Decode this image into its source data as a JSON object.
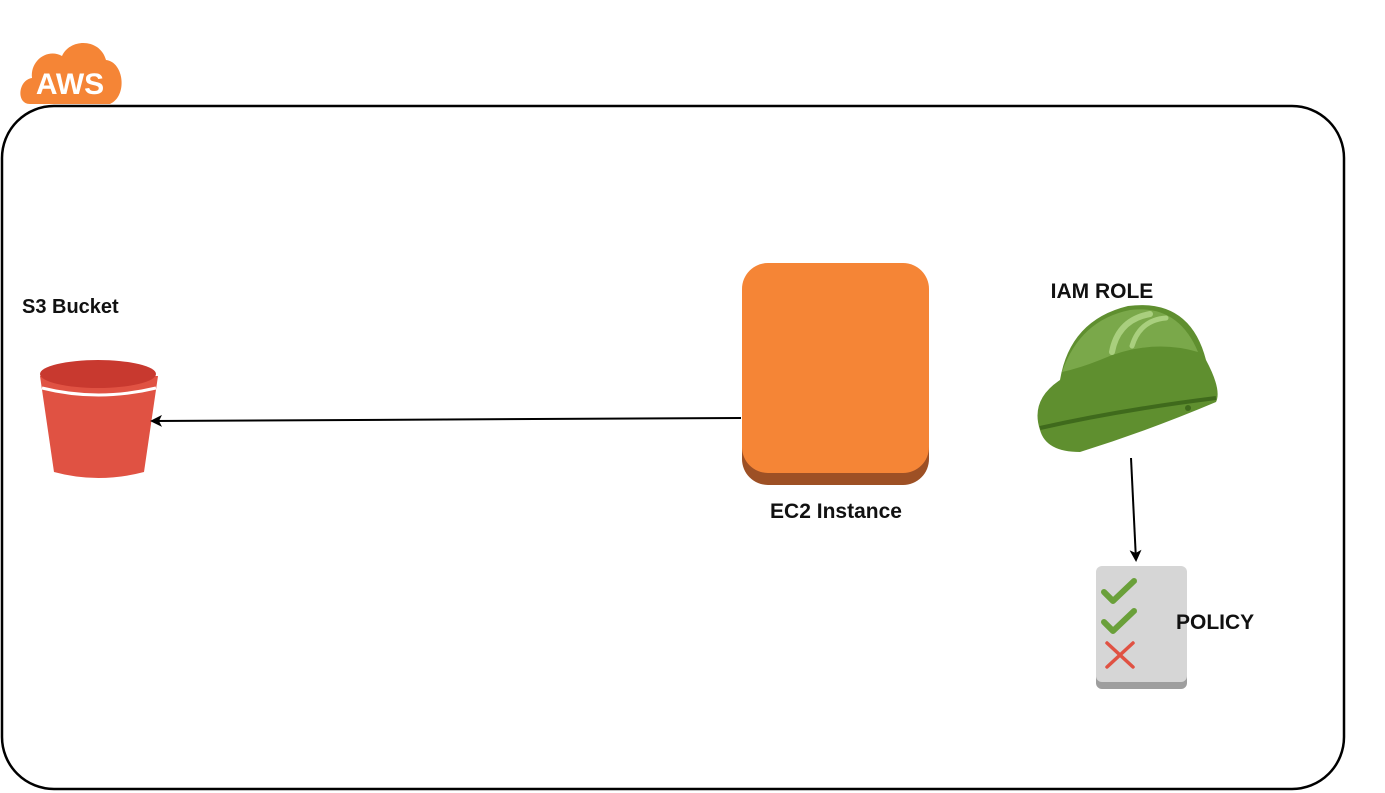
{
  "cloud": {
    "badge_text": "AWS",
    "badge_color": "#f58536"
  },
  "nodes": {
    "s3_bucket": {
      "label": "S3 Bucket",
      "color": "#e05243"
    },
    "ec2_instance": {
      "label": "EC2 Instance",
      "color": "#f58536"
    },
    "iam_role": {
      "label": "IAM ROLE",
      "color": "#6a9a3a"
    },
    "policy": {
      "label": "POLICY"
    }
  },
  "connections": [
    {
      "from": "EC2 Instance",
      "to": "S3 Bucket"
    },
    {
      "from": "IAM ROLE",
      "to": "POLICY"
    }
  ]
}
